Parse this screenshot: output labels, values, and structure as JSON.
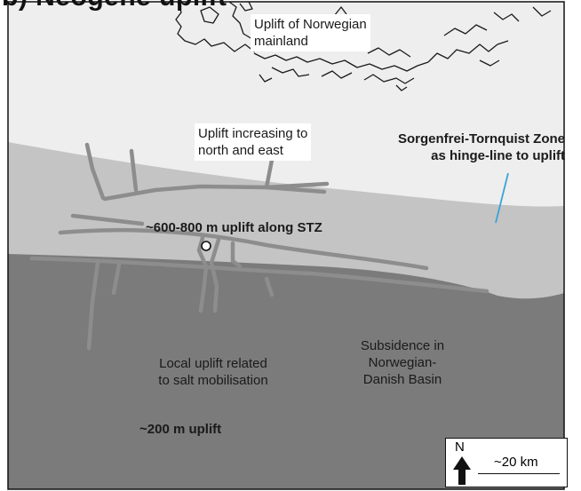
{
  "heading": "b) Neogene uplift",
  "labels": {
    "mainland_line1": "Uplift of Norwegian",
    "mainland_line2": "mainland",
    "increasing_line1": "Uplift increasing to",
    "increasing_line2": "north and east",
    "stz_line1": "Sorgenfrei-Tornquist Zone",
    "stz_line2": "as hinge-line to uplift",
    "stz_uplift": "~600-800 m uplift along STZ",
    "salt_line1": "Local uplift related",
    "salt_line2": "to salt mobilisation",
    "subsidence_line1": "Subsidence in",
    "subsidence_line2": "Norwegian-",
    "subsidence_line3": "Danish Basin",
    "uplift_200": "~200 m uplift"
  },
  "legend": {
    "north": "N",
    "scale": "~20 km"
  },
  "colors": {
    "north_zone": "#eeeeee",
    "stz_zone": "#c4c4c4",
    "basin_zone": "#7b7b7b",
    "fault": "#8d8d8d",
    "coast": "#1a1a1a",
    "pointer": "#3ba3d8"
  },
  "icons": [
    "north-arrow-icon",
    "well-location-icon"
  ]
}
